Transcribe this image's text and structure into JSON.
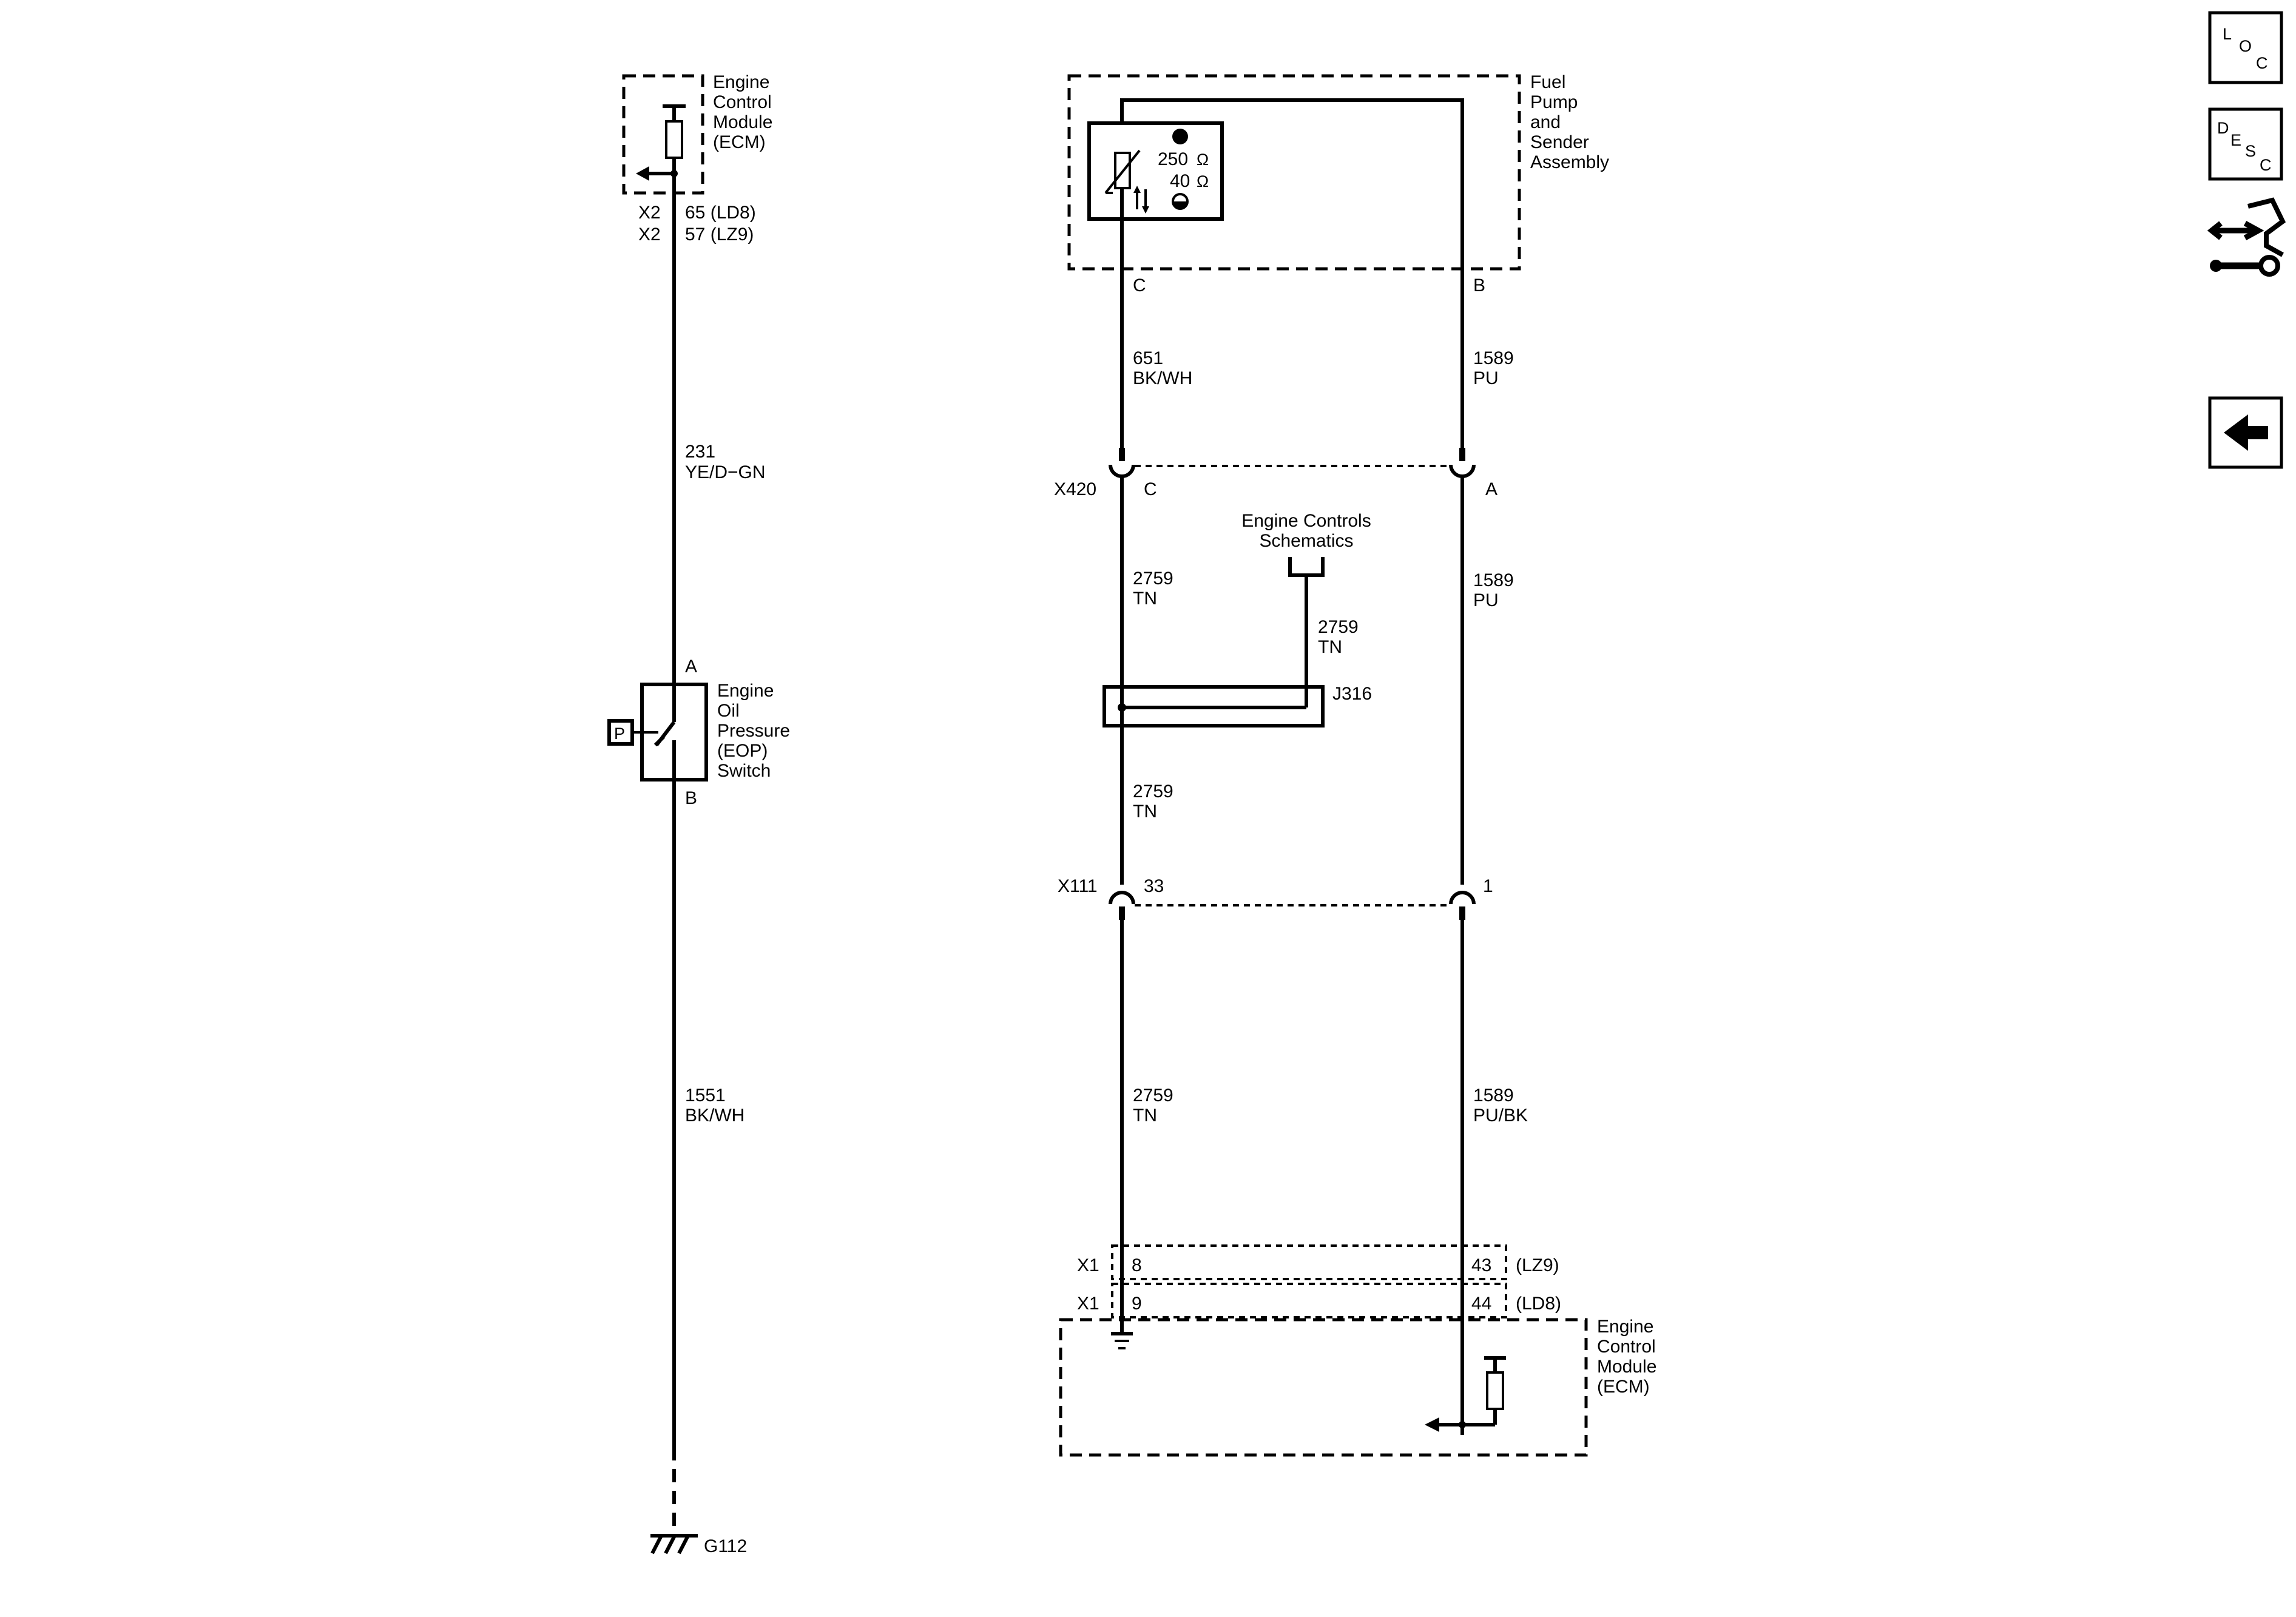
{
  "left_circuit": {
    "ecm_title": [
      "Engine",
      "Control",
      "Module",
      "(ECM)"
    ],
    "conn_rows": [
      {
        "conn": "X2",
        "pin": "65 (LD8)"
      },
      {
        "conn": "X2",
        "pin": "57 (LZ9)"
      }
    ],
    "wire_upper": {
      "num": "231",
      "color": "YE/D−GN"
    },
    "switch_pin_top": "A",
    "switch_pin_bottom": "B",
    "switch_title": [
      "Engine",
      "Oil",
      "Pressure",
      "(EOP)",
      "Switch"
    ],
    "pressure_symbol": "P",
    "wire_lower": {
      "num": "1551",
      "color": "BK/WH"
    },
    "ground": "G112"
  },
  "fuel_pump": {
    "title": [
      "Fuel",
      "Pump",
      "and",
      "Sender",
      "Assembly"
    ],
    "resistance_high": "250",
    "resistance_low": "40",
    "ohm": "Ω",
    "pin_left": "C",
    "pin_right": "B"
  },
  "wires": {
    "left_1": {
      "num": "651",
      "color": "BK/WH"
    },
    "right_1": {
      "num": "1589",
      "color": "PU"
    },
    "left_2": {
      "num": "2759",
      "color": "TN"
    },
    "right_2": {
      "num": "1589",
      "color": "PU"
    },
    "branch": {
      "num": "2759",
      "color": "TN"
    },
    "left_3": {
      "num": "2759",
      "color": "TN"
    },
    "left_4": {
      "num": "2759",
      "color": "TN"
    },
    "right_4": {
      "num": "1589",
      "color": "PU/BK"
    }
  },
  "connectors": {
    "x420": {
      "name": "X420",
      "left_pin": "C",
      "right_pin": "A"
    },
    "x111": {
      "name": "X111",
      "left_pin": "33",
      "right_pin": "1"
    }
  },
  "engine_controls_ref": [
    "Engine Controls",
    "Schematics"
  ],
  "splice": "J316",
  "ecm_bottom": {
    "rows": [
      {
        "conn": "X1",
        "left_pin": "8",
        "right_pin": "43",
        "option": "(LZ9)"
      },
      {
        "conn": "X1",
        "left_pin": "9",
        "right_pin": "44",
        "option": "(LD8)"
      }
    ],
    "title": [
      "Engine",
      "Control",
      "Module",
      "(ECM)"
    ]
  },
  "nav": {
    "loc": [
      "L",
      "O",
      "C"
    ],
    "desc": [
      "D",
      "E",
      "S",
      "C"
    ]
  }
}
